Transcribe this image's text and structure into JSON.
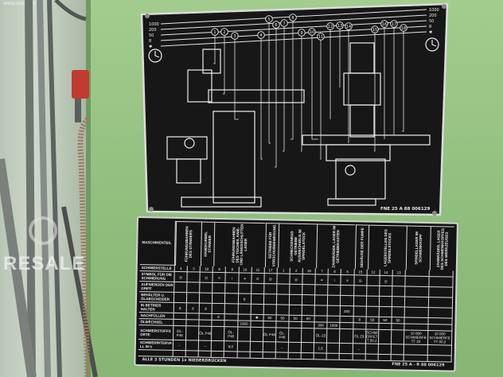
{
  "watermark": {
    "site": "www.resale.info",
    "logo": "RESALE"
  },
  "upper_plate": {
    "code": "FNE 25 A   88 006129",
    "interval_labels": [
      "1000",
      "200",
      "50",
      "8",
      "✱"
    ],
    "interval_labels_right": [
      "1000",
      "200",
      "50",
      "8",
      "✱"
    ],
    "points": [
      "1",
      "2",
      "3",
      "4",
      "5",
      "6",
      "7",
      "8",
      "9",
      "10",
      "11",
      "12",
      "13",
      "14",
      "15",
      "16",
      "17",
      "18"
    ]
  },
  "lower_plate": {
    "code": "FNE 25 A - R   88 006129",
    "footnote": "ALLE 3 STUNDEN 1x NIEDERDRÜCKEN",
    "corner_header": "MASCHINENTEIL",
    "groups": [
      {
        "label": "FÜHRUNGSBAHNEN DES STÄNDERS",
        "span": 2
      },
      {
        "label": "HANDKURBEL STÄNDER",
        "span": 1
      },
      {
        "label": "FÜHRUNGSBAHNEN DES TISCHES, KNIE- UND LÄNGSSCHLITTEN LAGER",
        "span": 4
      },
      {
        "label": "GETRIEBE FÜR VORSCHUBBEWEGUNG",
        "span": 1
      },
      {
        "label": "SCHNECKENRAD GETRIEBE AUSWECHSELN IM SPINDELSTOCK",
        "span": 3
      },
      {
        "label": "ZAHNRÄDER, LAGER IM GETRIEBEKASTEN",
        "span": 3
      },
      {
        "label": "GEHÄUSE DER PUMPE",
        "span": 1
      },
      {
        "label": "LAGERSTELLEN DES SPINDELSTOCKS",
        "span": 3
      },
      {
        "label": "SPINDELLAGER IM SCHWENKKOPF",
        "span": 1
      },
      {
        "label": "ZAHNRÄDER, LAGER DES SCHWENKKOPFES DES WERKZEUGES",
        "span": 1
      }
    ],
    "rows": [
      {
        "label": "SCHMIERSTELLE",
        "cells": [
          "4",
          "3",
          "18",
          "6",
          "9",
          "10",
          "11",
          "17",
          "1",
          "2",
          "16",
          "7",
          "8",
          "5",
          "15",
          "12",
          "14",
          "13",
          "",
          ""
        ]
      },
      {
        "label": "SYMBOL FÜR DIE SCHMIERUNG",
        "cells": [
          "◎",
          "",
          "◎",
          "≡",
          "↕",
          "≡",
          "⊙",
          "◎",
          "",
          "◎",
          "",
          "≡",
          "↕",
          "≡",
          "◎",
          "",
          "◎",
          "",
          "",
          ""
        ]
      },
      {
        "label": "AUFWENDEN DER GRIFF",
        "cells": [
          "",
          "",
          "",
          "",
          "",
          "",
          "",
          "",
          "",
          "",
          "",
          "",
          "",
          "",
          "",
          "",
          "",
          "",
          "",
          ""
        ]
      },
      {
        "label": "BEHÄLTER U. ÖLABSCHEIDER",
        "cells": [
          "",
          "",
          "",
          "",
          "",
          "8",
          "",
          "",
          "",
          "",
          "",
          "",
          "",
          "",
          "",
          "",
          "",
          "",
          "",
          ""
        ]
      },
      {
        "label": "IN BETRIEB HALTEN",
        "cells": [
          "8",
          "8",
          "8",
          "",
          "",
          "",
          "",
          "",
          "",
          "",
          "",
          "",
          "",
          "200",
          "",
          "",
          "",
          "",
          "",
          ""
        ]
      },
      {
        "label": "NACHFÜLLEN",
        "cells": [
          "",
          "",
          "",
          "8",
          "",
          "",
          "✱",
          "50",
          "50",
          "50",
          "50",
          "",
          "",
          "",
          "8",
          "50",
          "50",
          "50",
          "",
          ""
        ]
      },
      {
        "label": "ÖLWECHSEL",
        "cells": [
          "",
          "",
          "",
          "",
          "",
          "1000",
          "",
          "",
          "",
          "",
          "",
          "300",
          "1000",
          "",
          "",
          "",
          "",
          "",
          "",
          ""
        ]
      },
      {
        "label": "SCHMIERSTOFFSORTE",
        "cells": [
          "ÖL-P46",
          "",
          "ÖL P46",
          "",
          "ÖL-P46",
          "",
          "",
          "ÖL P46",
          "ÖL-P46",
          "",
          "",
          "ÖL-23",
          "",
          "",
          "ÖL 23",
          "SCHMIERFETT 00.2",
          "",
          "",
          "10 000 SCHMIERFETT 22",
          "10 000 SCHMIERFETT 00.2"
        ]
      },
      {
        "label": "SCHMIERINTERVALL IN h",
        "cells": [
          "–",
          "",
          "–",
          "",
          "8,0",
          "",
          "",
          "",
          "–",
          "",
          "",
          "1,5",
          "",
          "",
          "–",
          "",
          "",
          "",
          "",
          ""
        ]
      },
      {
        "label": "",
        "cells": [
          "",
          "",
          "",
          "",
          "",
          "",
          "",
          "",
          "",
          "",
          "",
          "",
          "",
          "",
          "",
          "",
          "",
          "",
          "",
          ""
        ]
      }
    ]
  }
}
